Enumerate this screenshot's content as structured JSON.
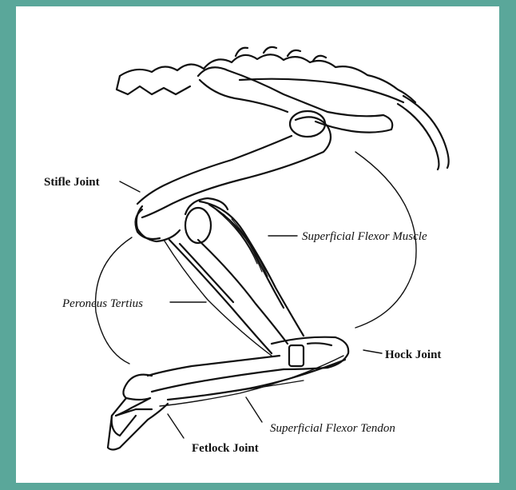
{
  "labels": {
    "stifle_joint": "Stifle Joint",
    "superficial_flexor_muscle": "Superficial Flexor Muscle",
    "peroneus_tertius": "Peroneus Tertius",
    "hock_joint": "Hock Joint",
    "superficial_flexor_tendon": "Superficial Flexor Tendon",
    "fetlock_joint": "Fetlock Joint"
  },
  "colors": {
    "background": "#5aa79a",
    "panel": "#ffffff",
    "ink": "#111111"
  }
}
